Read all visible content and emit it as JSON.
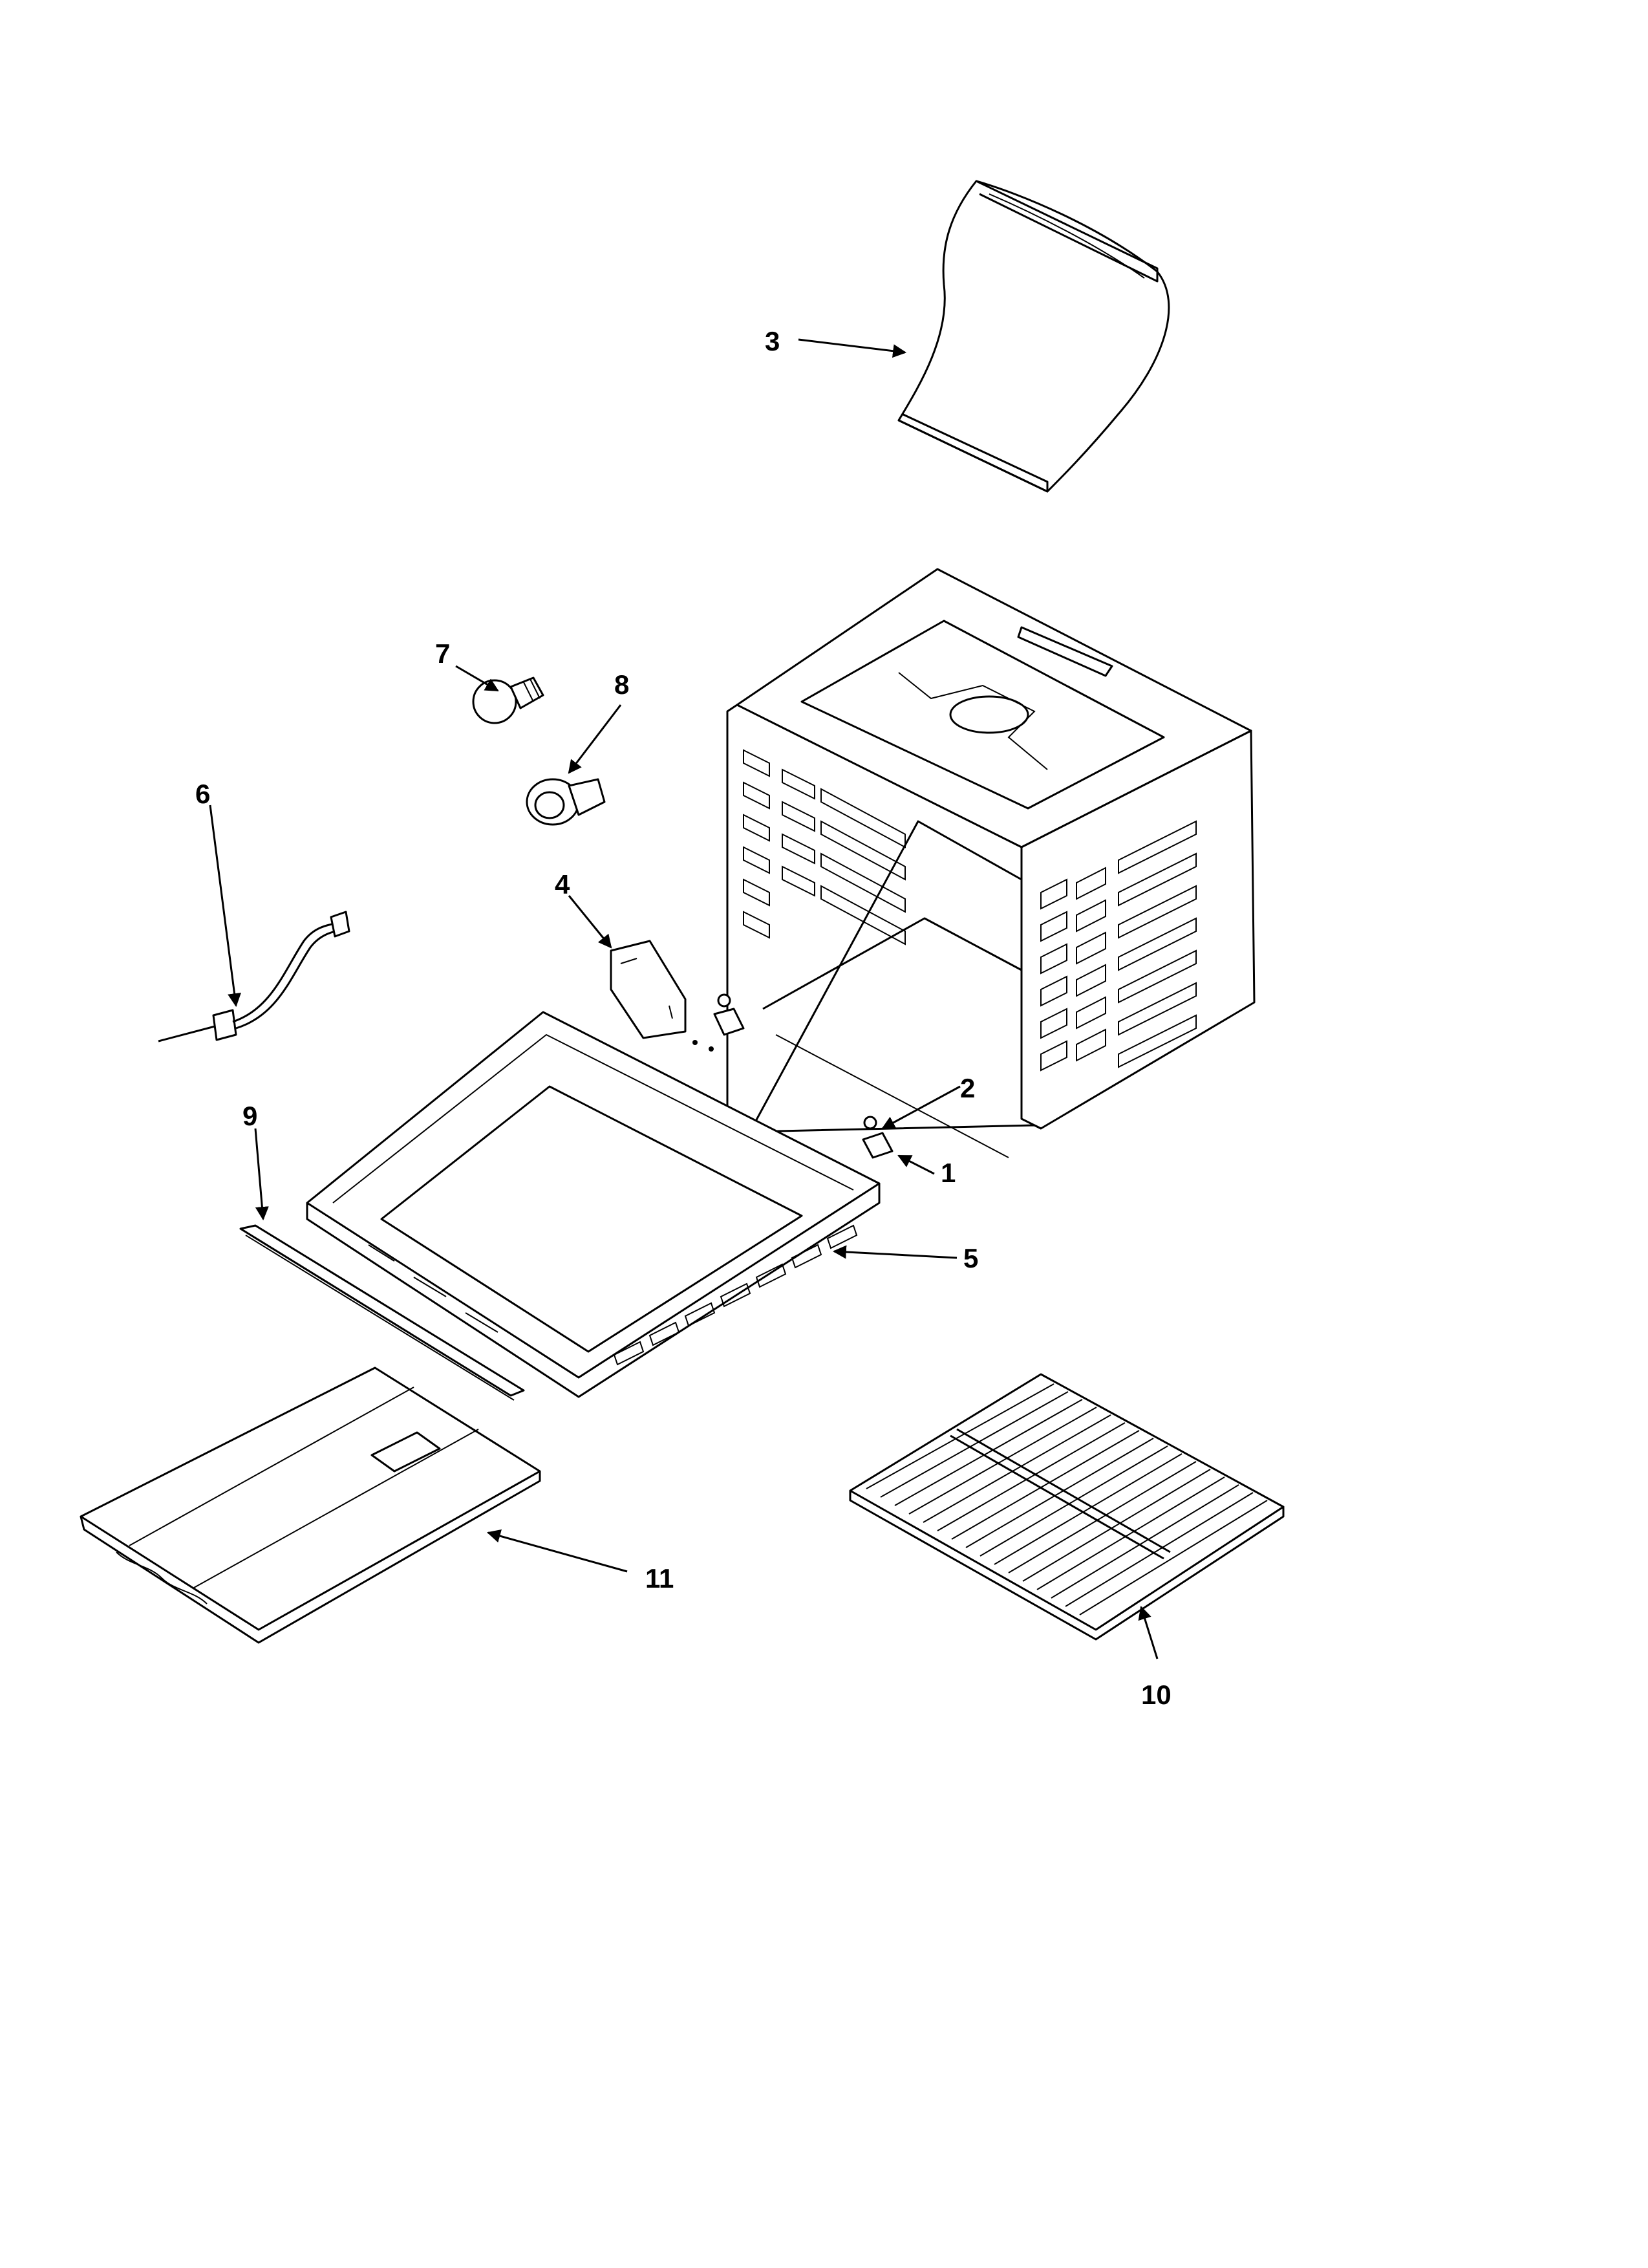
{
  "diagram": {
    "labels": {
      "p1": "1",
      "p2": "2",
      "p3": "3",
      "p4": "4",
      "p5": "5",
      "p6": "6",
      "p7": "7",
      "p8": "8",
      "p9": "9",
      "p10": "10",
      "p11": "11"
    },
    "icons": {
      "p1": "slide-bracket-icon",
      "p2": "screw-icon",
      "p3": "heat-shield-icon",
      "p4": "mounting-plate-icon",
      "p5": "oven-bottom-frame-icon",
      "p6": "temperature-sensor-icon",
      "p7": "light-bulb-icon",
      "p8": "lamp-socket-icon",
      "p9": "trim-strip-icon",
      "p10": "oven-rack-icon",
      "p11": "bottom-panel-icon"
    }
  }
}
